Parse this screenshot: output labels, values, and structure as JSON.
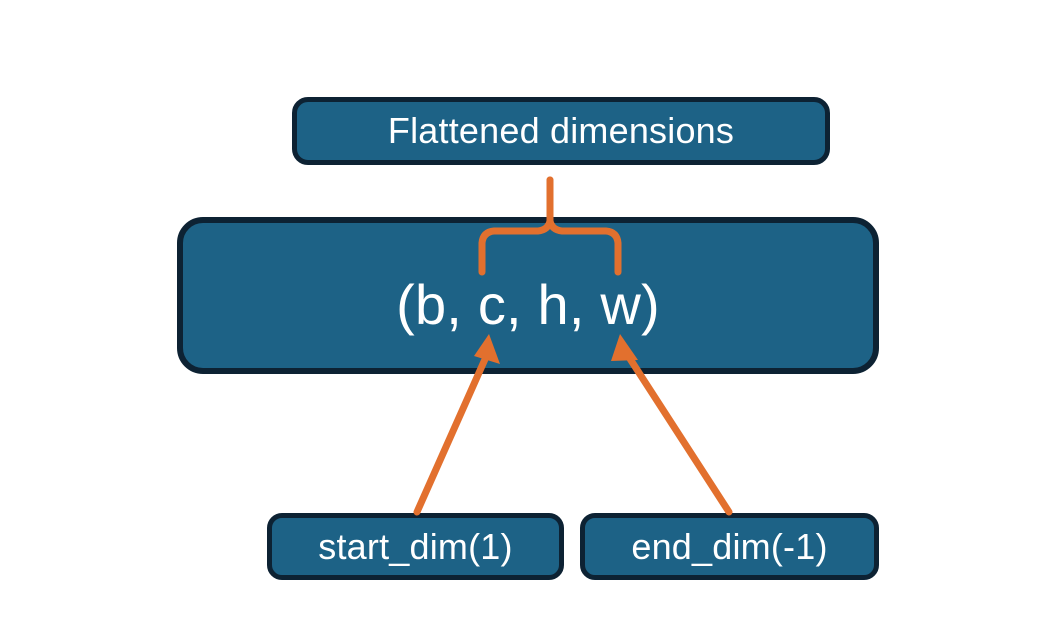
{
  "diagram": {
    "title_box": {
      "label": "Flattened dimensions"
    },
    "shape_box": {
      "label": "(b, c, h, w)"
    },
    "start_dim_box": {
      "label": "start_dim(1)"
    },
    "end_dim_box": {
      "label": "end_dim(-1)"
    },
    "connectors": {
      "brace": {
        "name": "curly-brace-connector",
        "from": "Flattened dimensions",
        "spans": "c, h, w"
      },
      "arrow_start": {
        "name": "arrow-start-dim",
        "from": "start_dim(1)",
        "to": "c"
      },
      "arrow_end": {
        "name": "arrow-end-dim",
        "from": "end_dim(-1)",
        "to": "w"
      }
    },
    "colors": {
      "box_fill": "#1d6286",
      "box_border": "#0d2233",
      "accent_orange": "#e2702e",
      "text": "#ffffff",
      "background": "#ffffff"
    }
  }
}
